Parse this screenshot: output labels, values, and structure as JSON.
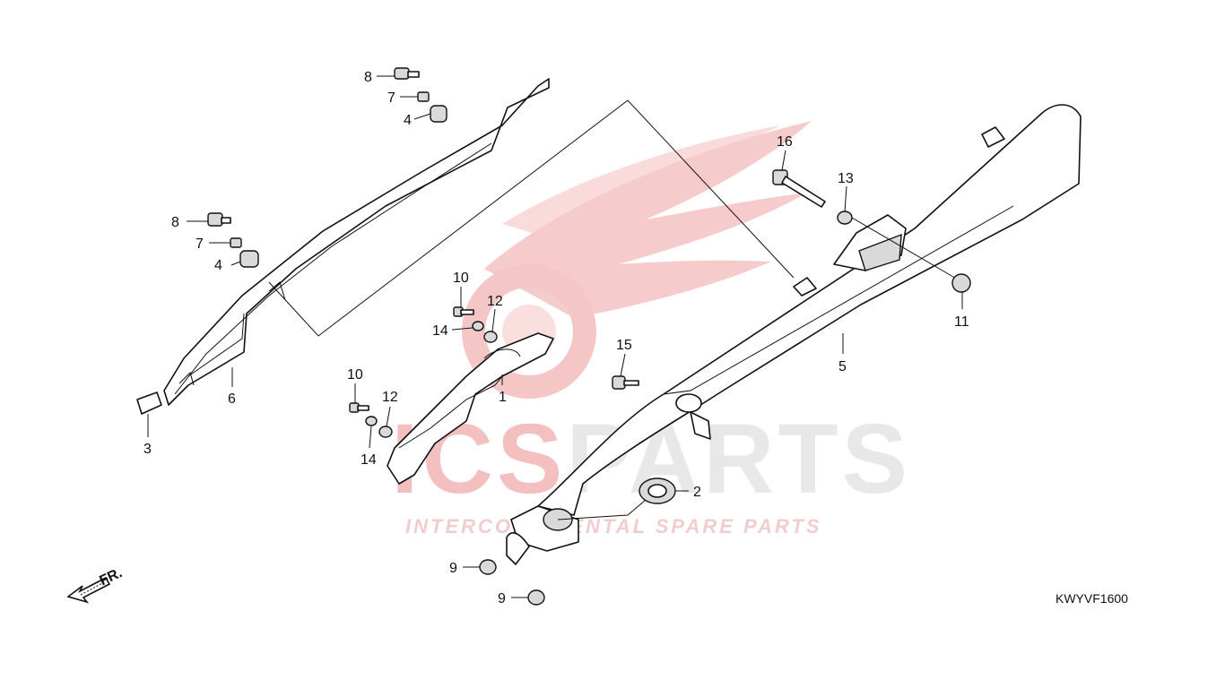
{
  "watermark": {
    "brand_red": "ICS",
    "brand_grey": "PARTS",
    "tagline": "INTERCONTINENTAL SPARE PARTS",
    "red": "#e05050",
    "grey": "#cfcfcf"
  },
  "diagram_code": "KWYVF1600",
  "front_marker": "FR.",
  "callouts": {
    "c8a": "8",
    "c7a": "7",
    "c4a": "4",
    "c8b": "8",
    "c7b": "7",
    "c4b": "4",
    "c6": "6",
    "c3": "3",
    "c10a": "10",
    "c12a": "12",
    "c14a": "14",
    "c10b": "10",
    "c12b": "12",
    "c14b": "14",
    "c1": "1",
    "c15": "15",
    "c2": "2",
    "c9a": "9",
    "c9b": "9",
    "c16": "16",
    "c13": "13",
    "c11": "11",
    "c5": "5"
  }
}
